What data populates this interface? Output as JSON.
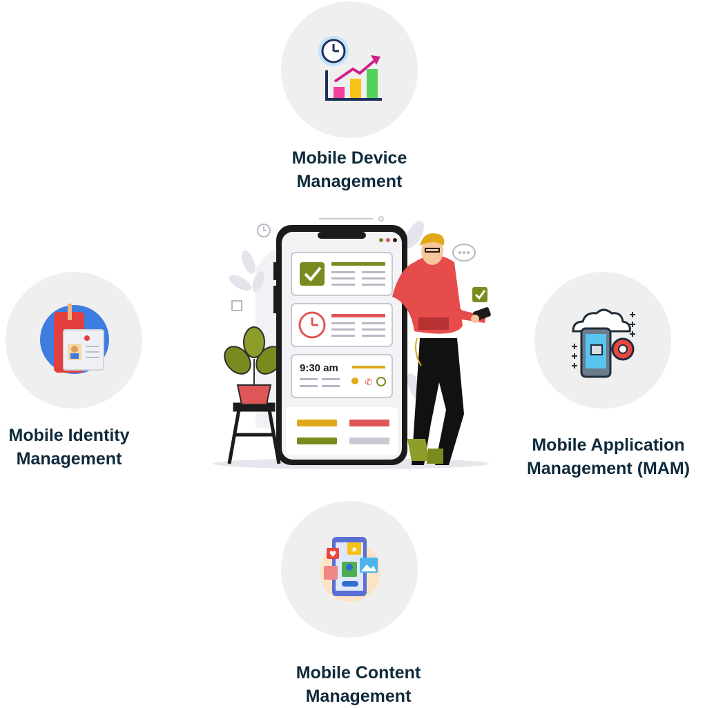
{
  "nodes": {
    "device": {
      "line1": "Mobile Device",
      "line2": "Management",
      "icon": "growth-chart-clock-icon"
    },
    "identity": {
      "line1": "Mobile Identity",
      "line2": "Management",
      "icon": "phone-id-badge-icon"
    },
    "application": {
      "line1": "Mobile Application",
      "line2": "Management (MAM)",
      "icon": "phone-cloud-gear-icon"
    },
    "content": {
      "line1": "Mobile Content",
      "line2": "Management",
      "icon": "phone-content-apps-icon"
    }
  },
  "center": {
    "time_label": "9:30 am",
    "illustration": "person-leaning-on-phone-illustration"
  },
  "colors": {
    "circle_bg": "#efefef",
    "label_text": "#0f2a3c",
    "olive": "#7b8a1e",
    "red": "#e05656",
    "hoodie": "#e74c4c",
    "phone_frame": "#1b1b1b"
  }
}
